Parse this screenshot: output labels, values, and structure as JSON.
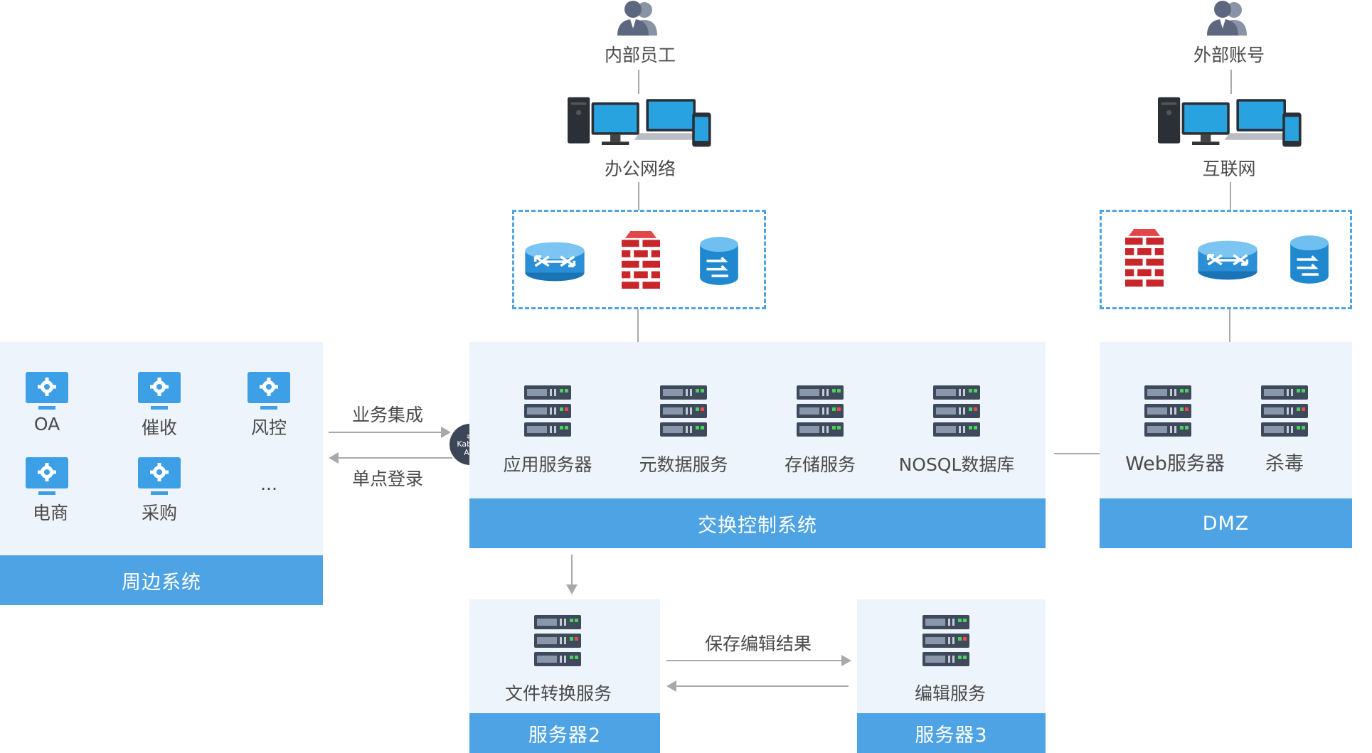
{
  "top_left": {
    "user_label": "内部员工",
    "network_label": "办公网络"
  },
  "top_right": {
    "user_label": "外部账号",
    "network_label": "互联网"
  },
  "peripheral": {
    "title": "周边系统",
    "items": [
      "OA",
      "催收",
      "风控",
      "电商",
      "采购"
    ],
    "more": "..."
  },
  "integration": {
    "forward_label": "业务集成",
    "back_label": "单点登录",
    "api_badge": "Kabala API"
  },
  "exchange": {
    "title": "交换控制系统",
    "servers": [
      "应用服务器",
      "元数据服务",
      "存储服务",
      "NOSQL数据库"
    ]
  },
  "dmz": {
    "title": "DMZ",
    "servers": [
      "Web服务器",
      "杀毒"
    ]
  },
  "server2": {
    "title": "服务器2",
    "service": "文件转换服务"
  },
  "server3": {
    "title": "服务器3",
    "service": "编辑服务"
  },
  "link": {
    "save_label": "保存编辑结果"
  },
  "colors": {
    "accent": "#4ea3e4",
    "panel": "#eef4fc",
    "dash": "#4ea3e4",
    "firewall": "#c8262b"
  }
}
